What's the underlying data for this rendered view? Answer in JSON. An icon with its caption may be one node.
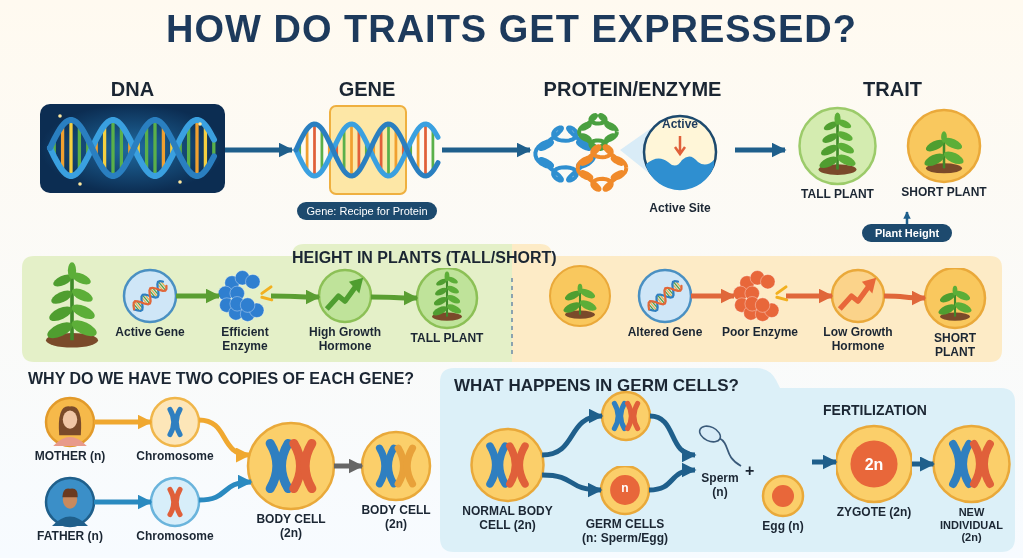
{
  "diagram": {
    "title": "HOW DO TRAITS GET EXPRESSED?",
    "nodes": [
      {
        "text": [
          "DNA"
        ]
      },
      {
        "text": [
          "GENE"
        ],
        "beside": [
          "Gene: Recipe for Protein"
        ]
      },
      {
        "text": [
          "PROTEIN/ENZYME",
          "Active",
          "Active Site"
        ]
      },
      {
        "text": [
          "TRAIT"
        ]
      },
      {
        "text": [
          "TALL PLANT"
        ],
        "in": 3
      },
      {
        "text": [
          "SHORT PLANT"
        ],
        "in": 3
      },
      {
        "text": [
          "Plant Height"
        ]
      },
      {
        "text": [
          "HEIGHT IN PLANTS (TALL/SHORT)"
        ]
      },
      {
        "text": [
          "Active Gene"
        ],
        "in": 7
      },
      {
        "text": [
          "Efficient Enzyme"
        ],
        "in": 7
      },
      {
        "text": [
          "High Growth Hormone"
        ],
        "in": 7
      },
      {
        "text": [
          "TALL PLANT"
        ],
        "in": 7
      },
      {
        "text": [
          "Altered Gene"
        ],
        "in": 7
      },
      {
        "text": [
          "Poor Enzyme"
        ],
        "in": 7
      },
      {
        "text": [
          "Low Growth Hormone"
        ],
        "in": 7
      },
      {
        "text": [
          "SHORT PLANT"
        ],
        "in": 7
      },
      {
        "text": [
          "MOTHER (n)"
        ]
      },
      {
        "text": [
          "Chromosome"
        ]
      },
      {
        "text": [
          "FATHER (n)"
        ]
      },
      {
        "text": [
          "Chromosome"
        ]
      },
      {
        "text": [
          "BODY CELL (2n)"
        ]
      },
      {
        "text": [
          "BODY CELL (2n)"
        ]
      },
      {
        "text": [
          "WHAT HAPPENS IN GERM CELLS?"
        ]
      },
      {
        "text": [
          "NORMAL BODY CELL (2n)"
        ],
        "in": 22
      },
      {
        "text": [],
        "shape": "circle",
        "in": 22
      },
      {
        "text": [
          "n",
          "GERM CELLS (n: Sperm/Egg)"
        ],
        "in": 22
      },
      {
        "text": [
          "Sperm (n)"
        ],
        "in": 22
      },
      {
        "text": [
          "Egg (n)"
        ],
        "in": 22
      },
      {
        "text": [
          "2n",
          "ZYGOTE (2n)"
        ],
        "in": 22
      },
      {
        "text": [
          "NEW INDIVIDUAL (2n)"
        ],
        "in": 22
      }
    ],
    "edges": [
      {
        "from": 0,
        "to": 1,
        "arrow": "to"
      },
      {
        "from": 1,
        "to": 2,
        "arrow": "to"
      },
      {
        "from": 2,
        "to": 3,
        "arrow": "to"
      },
      {
        "from": 6,
        "to": 3,
        "arrow": "to"
      },
      {
        "from": 8,
        "to": 9,
        "arrow": "to",
        "color": "#5a9e32"
      },
      {
        "from": 9,
        "to": 10,
        "arrow": "to",
        "color": "#5a9e32"
      },
      {
        "from": 10,
        "to": 11,
        "arrow": "to",
        "color": "#5a9e32"
      },
      {
        "from": 12,
        "to": 13,
        "arrow": "to",
        "color": "#e0673a"
      },
      {
        "from": 13,
        "to": 14,
        "arrow": "to",
        "color": "#e0673a"
      },
      {
        "from": 14,
        "to": 15,
        "arrow": "to",
        "color": "#e0673a"
      },
      {
        "from": 16,
        "to": 17,
        "arrow": "to",
        "color": "#f0a830"
      },
      {
        "from": 17,
        "to": 20,
        "arrow": "to",
        "color": "#f0a830"
      },
      {
        "from": 18,
        "to": 19,
        "arrow": "to",
        "color": "#2a8ac0"
      },
      {
        "from": 19,
        "to": 20,
        "arrow": "to",
        "color": "#2a8ac0"
      },
      {
        "from": 20,
        "to": 21,
        "arrow": "to",
        "color": "#666666"
      },
      {
        "from": 23,
        "to": 24,
        "arrow": "to"
      },
      {
        "from": 23,
        "to": 25,
        "arrow": "to"
      },
      {
        "from": 24,
        "to": 26,
        "arrow": "to"
      },
      {
        "from": 25,
        "to": 26,
        "arrow": "to"
      },
      {
        "from": null,
        "to": 28,
        "arrow": "to"
      },
      {
        "from": 28,
        "to": 29,
        "arrow": "to"
      }
    ],
    "labels": [
      "WHY DO WE HAVE TWO COPIES OF EACH GENE?",
      "+",
      "FERTILIZATION"
    ]
  }
}
